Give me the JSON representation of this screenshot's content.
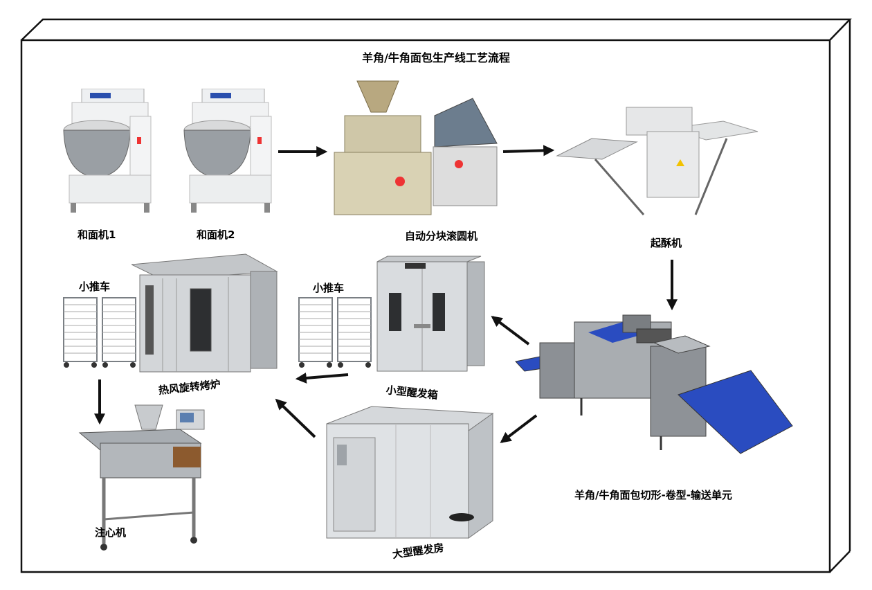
{
  "title": "羊角/牛角面包生产线工艺流程",
  "labels": {
    "mixer1": "和面机1",
    "mixer2": "和面机2",
    "divider": "自动分块滚圆机",
    "sheeter": "起酥机",
    "cutting_unit": "羊角/牛角面包切形-卷型-输送单元",
    "small_proofer": "小型醒发箱",
    "large_proof_room": "大型醒发房",
    "rotary_oven": "热风旋转烤炉",
    "trolley_1": "小推车",
    "trolley_2": "小推车",
    "injector": "注心机"
  },
  "colors": {
    "steel": "#c9ccd0",
    "steel_dark": "#8f959b",
    "conveyor_blue": "#2448b8",
    "arrow": "#111111"
  }
}
